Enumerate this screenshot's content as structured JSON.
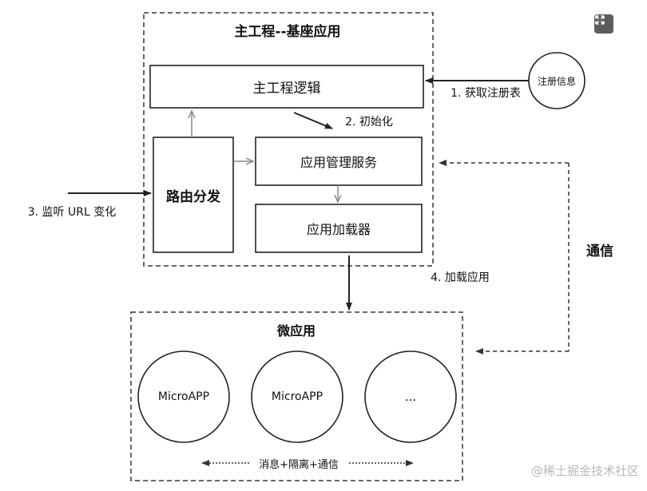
{
  "main_project": {
    "title": "主工程--基座应用",
    "logic_box": "主工程逻辑",
    "router_box": "路由分发",
    "app_mgmt_box": "应用管理服务",
    "app_loader_box": "应用加载器"
  },
  "registry": {
    "circle_label": "注册信息",
    "step1": "1. 获取注册表"
  },
  "steps": {
    "step2": "2. 初始化",
    "step3": "3. 监听 URL 变化",
    "step4": "4. 加载应用"
  },
  "communication_label": "通信",
  "micro_apps": {
    "title": "微应用",
    "apps": [
      "MicroAPP",
      "MicroAPP",
      "..."
    ],
    "footer": "消息+隔离+通信"
  },
  "watermark": "@稀土掘金技术社区",
  "controls": {
    "icon": "expand-icon"
  }
}
